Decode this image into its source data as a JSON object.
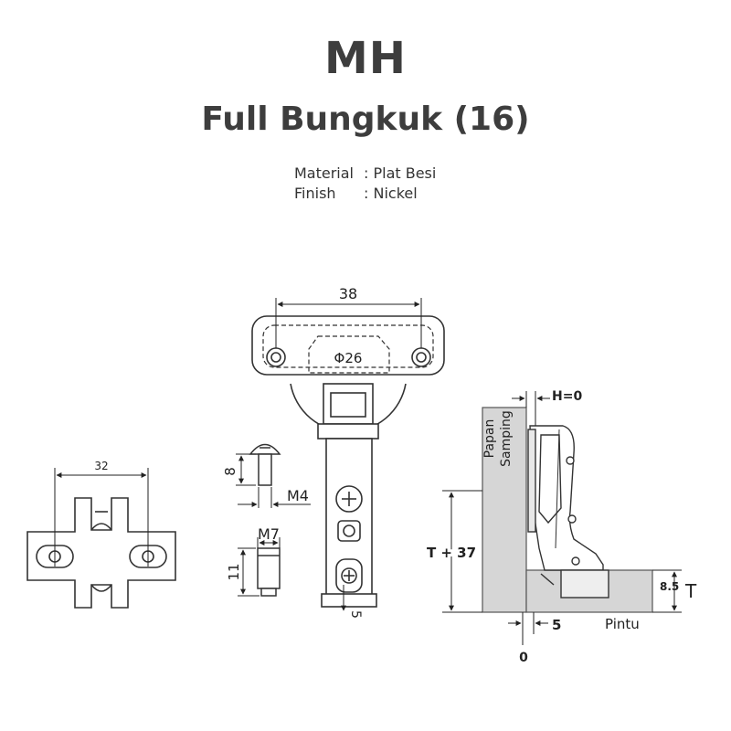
{
  "header": {
    "model": "MH",
    "subtitle": "Full Bungkuk (16)"
  },
  "specs": {
    "material_label": "Material",
    "material_value": ": Plat Besi",
    "finish_label": "Finish",
    "finish_value": ": Nickel"
  },
  "mounting_plate": {
    "width_dim": "32"
  },
  "hinge_front": {
    "hole_spacing": "38",
    "cup_diameter": "Φ26",
    "adjust_dim": "5"
  },
  "screw": {
    "length": "8",
    "thread": "M4"
  },
  "dowel": {
    "size": "M7",
    "length": "11"
  },
  "installation": {
    "side_panel_line1": "Papan",
    "side_panel_line2": "Samping",
    "overlay": "H=0",
    "drill_formula": "T + 37",
    "edge_distance": "5",
    "door_label": "Pintu",
    "zero": "0",
    "thickness_value": "8.5",
    "thickness_symbol": "T"
  }
}
